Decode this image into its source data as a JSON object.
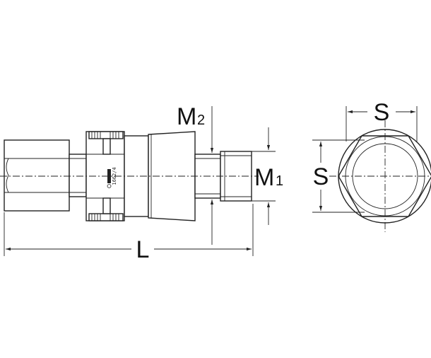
{
  "dimensions": {
    "L": "L",
    "M1": {
      "letter": "M",
      "index": "1"
    },
    "M2": {
      "letter": "M",
      "index": "2"
    },
    "S_top": "S",
    "S_side": "S"
  },
  "part_marking": {
    "line1": "1662/4"
  },
  "colors": {
    "line": "#222222",
    "background": "#ffffff"
  }
}
